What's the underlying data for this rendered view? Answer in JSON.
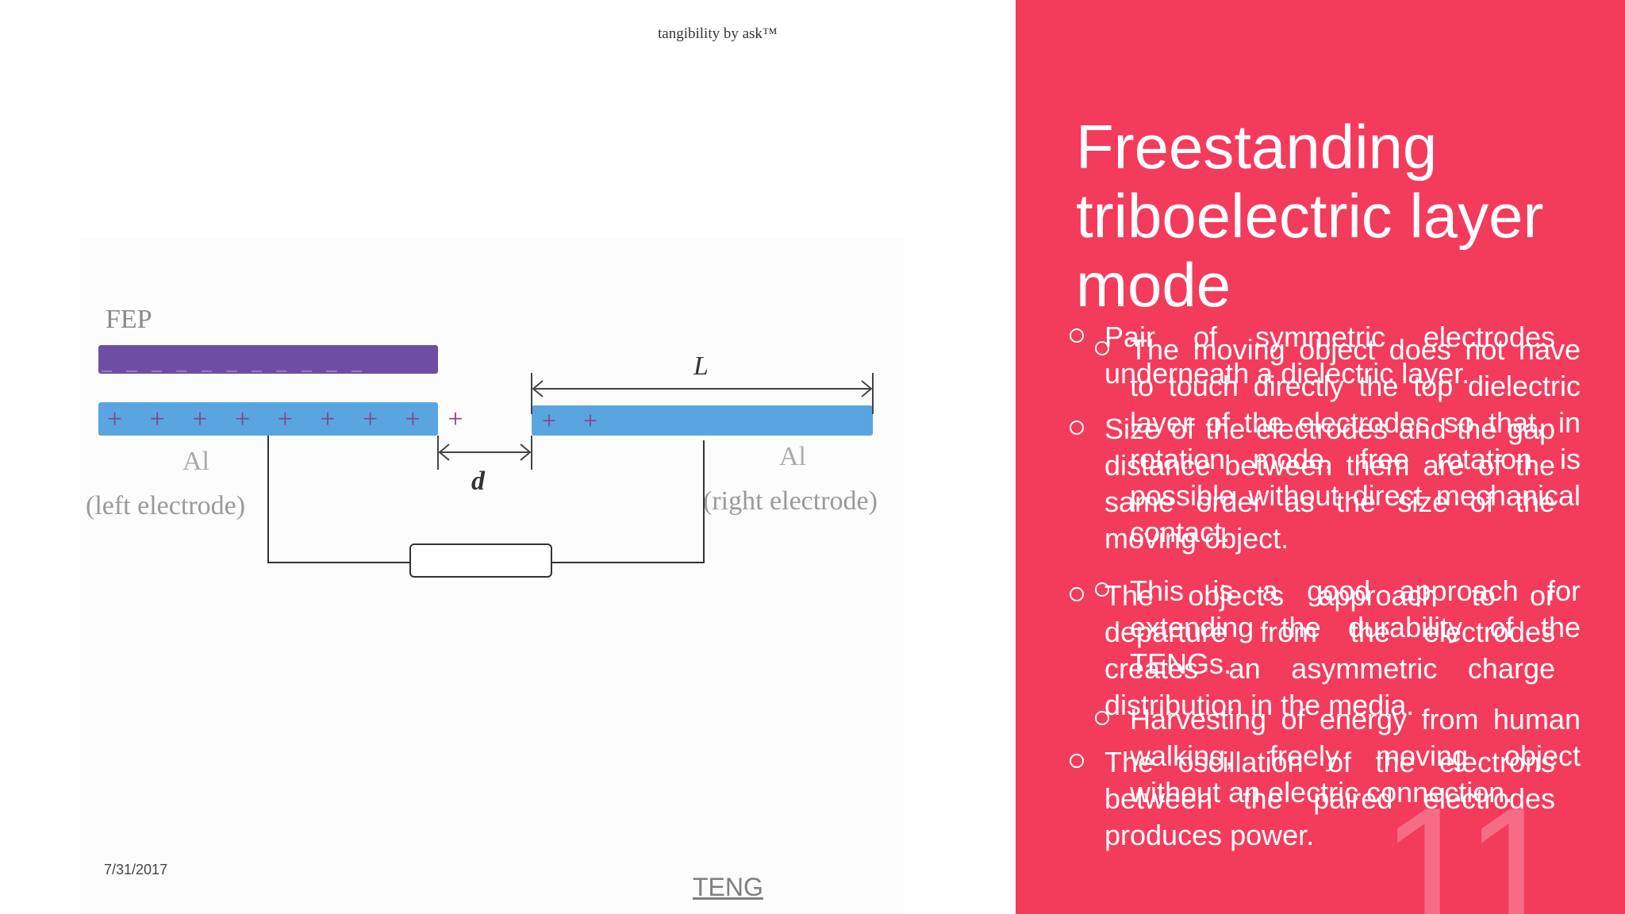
{
  "header": {
    "brand": "tangibility by ask™"
  },
  "diagram": {
    "fep_label": "FEP",
    "top_layer_charges": "_ _ _ _ _ _ _ _ _ _ _",
    "left_charges": "+ + + + + + + + +",
    "right_charges": "+ +",
    "length_label": "L",
    "gap_label": "d",
    "left_material": "Al",
    "left_caption": "(left electrode)",
    "right_material": "Al",
    "right_caption": "(right electrode)"
  },
  "footer": {
    "date": "7/31/2017",
    "link_text": "TENG"
  },
  "panel": {
    "title": "Freestanding triboelectric layer mode",
    "slide_number": "11",
    "bullets_layer_a": [
      "Pair of symmetric electrodes underneath a dielectric layer.",
      "Size of the electrodes and the gap distance between them are of the same order as the size of the moving object.",
      "The object's approach to or departure from the electrodes creates an asymmetric charge distribution in the media.",
      "The oscillation of the electrons between the paired electrodes produces power."
    ],
    "bullets_layer_b": [
      "The moving object does not have to touch directly the top dielectric layer of the electrodes so that, in rotation mode, free rotation is possible without direct mechanical contact.",
      "This is a good approach for extending the durability of the TENGs.",
      "Harvesting of energy from human walking, freely moving object without an electric connection."
    ]
  }
}
